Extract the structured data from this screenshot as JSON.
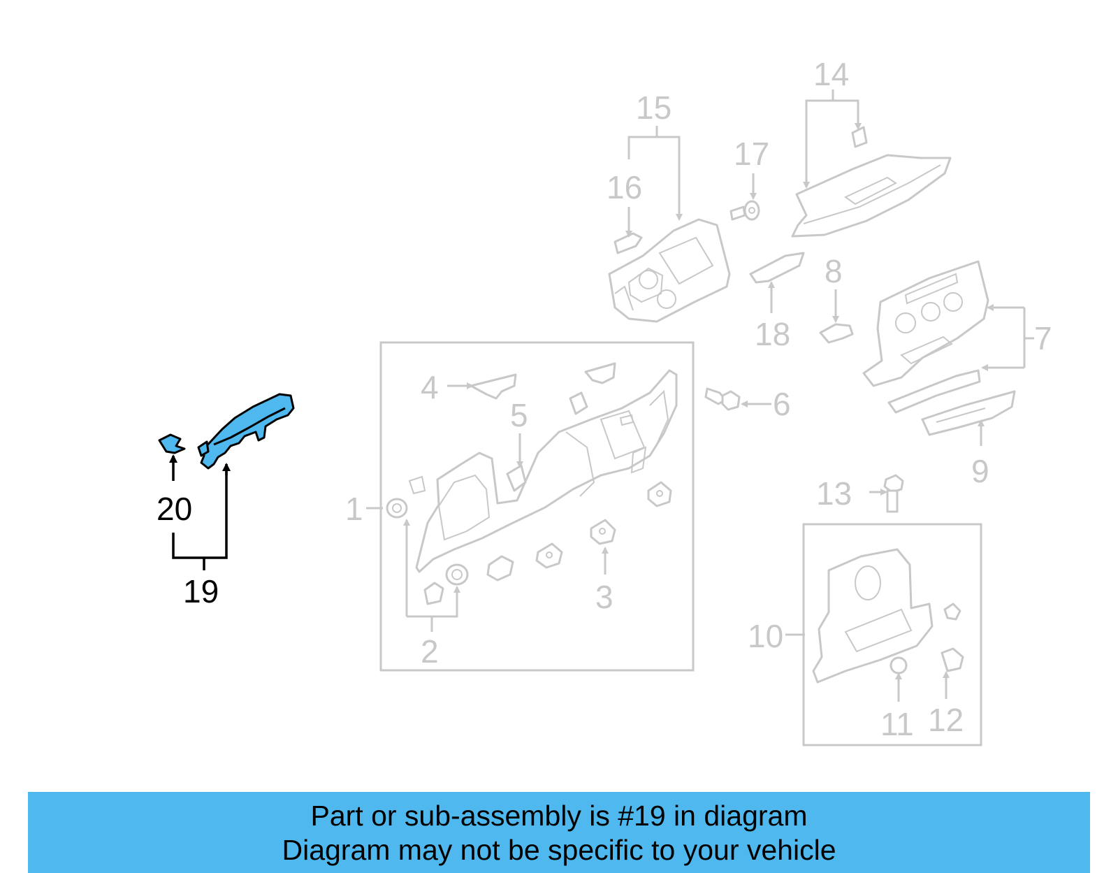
{
  "diagram": {
    "highlight_color": "#4fb8ee",
    "callouts": {
      "c1": "1",
      "c2": "2",
      "c3": "3",
      "c4": "4",
      "c5": "5",
      "c6": "6",
      "c7": "7",
      "c8": "8",
      "c9": "9",
      "c10": "10",
      "c11": "11",
      "c12": "12",
      "c13": "13",
      "c14": "14",
      "c15": "15",
      "c16": "16",
      "c17": "17",
      "c18": "18",
      "c19": "19",
      "c20": "20"
    },
    "highlighted_part": "19"
  },
  "banner": {
    "line1": "Part or sub-assembly is #19 in diagram",
    "line2": "Diagram may not be specific to your vehicle",
    "color": "#4fb8ee"
  }
}
